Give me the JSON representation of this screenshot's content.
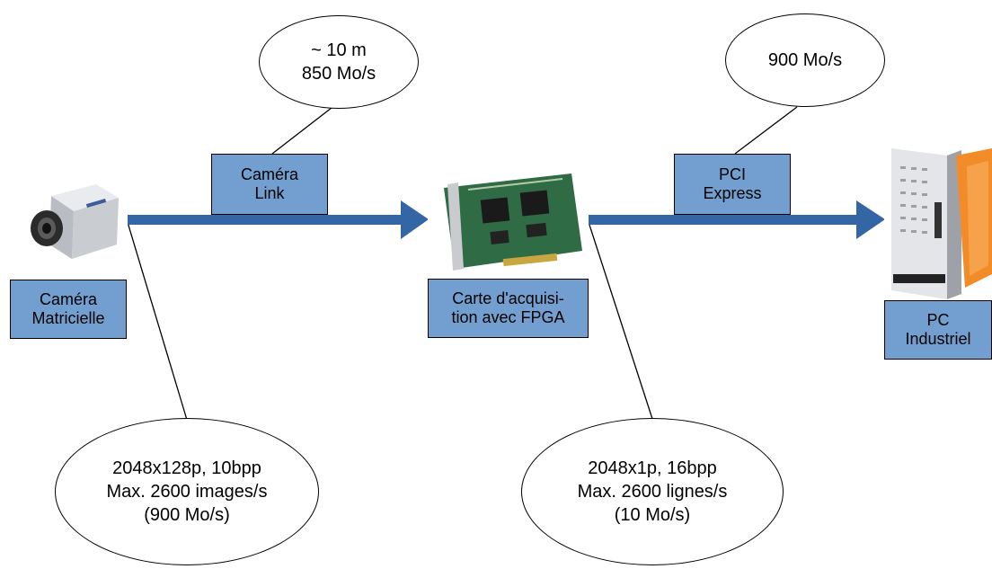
{
  "colors": {
    "arrow": "#3465a4",
    "box_fill": "#729fcf",
    "line": "#000000"
  },
  "nodes": {
    "camera": {
      "label": "Caméra\nMatricielle",
      "image": "area-scan-camera"
    },
    "card": {
      "label": "Carte d'acquisi-\ntion avec FPGA",
      "image": "fpga-acquisition-card"
    },
    "pc": {
      "label": "PC\nIndustriel",
      "image": "industrial-pc"
    }
  },
  "links": {
    "camera_link": {
      "label": "Caméra\nLink"
    },
    "pci_express": {
      "label": "PCI\nExpress"
    }
  },
  "callouts": {
    "camera_link_spec": "~ 10 m\n850 Mo/s",
    "pci_express_spec": "900 Mo/s",
    "camera_spec": "2048x128p, 10bpp\nMax. 2600 images/s\n(900 Mo/s)",
    "card_spec": "2048x1p, 16bpp\nMax. 2600 lignes/s\n(10 Mo/s)"
  }
}
